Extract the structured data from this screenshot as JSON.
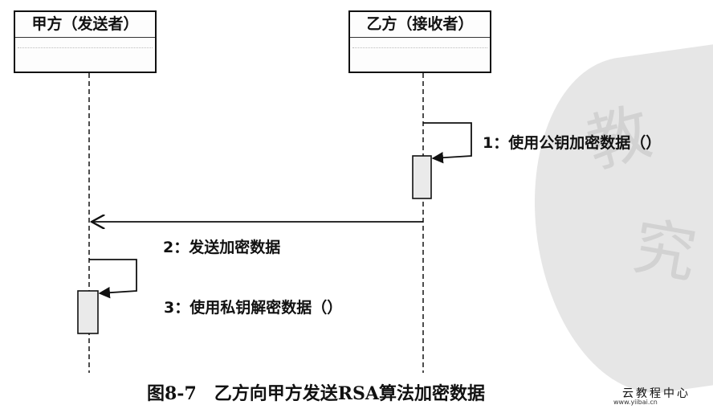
{
  "participants": {
    "sender": "甲方（发送者）",
    "receiver": "乙方（接收者）"
  },
  "messages": [
    {
      "label": "1：使用公钥加密数据（）"
    },
    {
      "label": "2：发送加密数据"
    },
    {
      "label": "3：使用私钥解密数据（）"
    }
  ],
  "caption": "图8-7　乙方向甲方发送RSA算法加密数据",
  "watermark": {
    "brand": "云教程中心",
    "url": "www.yiibai.cn"
  }
}
